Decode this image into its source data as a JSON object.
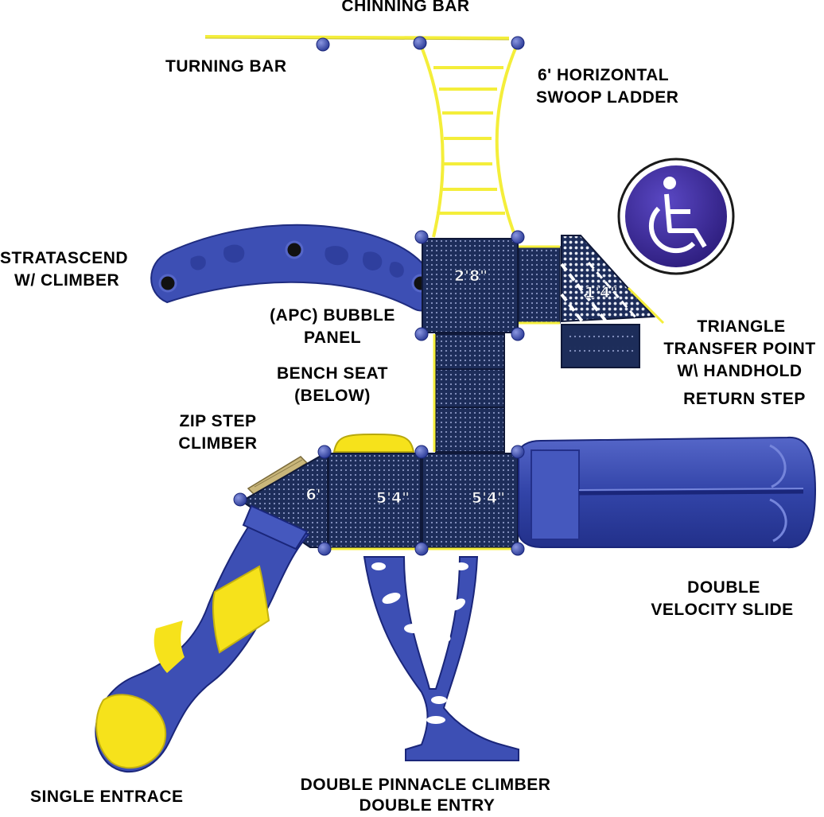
{
  "labels": {
    "chinning_bar": "CHINNING BAR",
    "turning_bar": "TURNING BAR",
    "swoop_ladder_1": "6' HORIZONTAL",
    "swoop_ladder_2": "SWOOP LADDER",
    "stratascend_1": "STRATASCEND",
    "stratascend_2": "W/ CLIMBER",
    "bubble_panel_1": "(APC) BUBBLE",
    "bubble_panel_2": "PANEL",
    "bench_seat_1": "BENCH SEAT",
    "bench_seat_2": "(BELOW)",
    "zip_step_1": "ZIP STEP",
    "zip_step_2": "CLIMBER",
    "triangle_transfer_1": "TRIANGLE",
    "triangle_transfer_2": "TRANSFER POINT",
    "triangle_transfer_3": "W\\ HANDHOLD",
    "return_step": "RETURN STEP",
    "double_slide_1": "DOUBLE",
    "double_slide_2": "VELOCITY SLIDE",
    "single_entrance": "SINGLE ENTRACE",
    "pinnacle_1": "DOUBLE PINNACLE CLIMBER",
    "pinnacle_2": "DOUBLE ENTRY"
  },
  "deck_sizes": {
    "upper_deck": "2'8\"",
    "transfer_deck": "1'4\"",
    "triangle_deck": "6'",
    "middle_deck": "5'4\"",
    "right_deck": "5'4\""
  },
  "icons": {
    "accessibility": "wheelchair-icon"
  },
  "colors": {
    "deck": "#1d2d5a",
    "rail": "#f4ee3a",
    "post": "#3a4aa8",
    "component": "#3d4fb4",
    "accent_yellow": "#f6e21b",
    "accessibility_badge": "#3b2a8f"
  }
}
